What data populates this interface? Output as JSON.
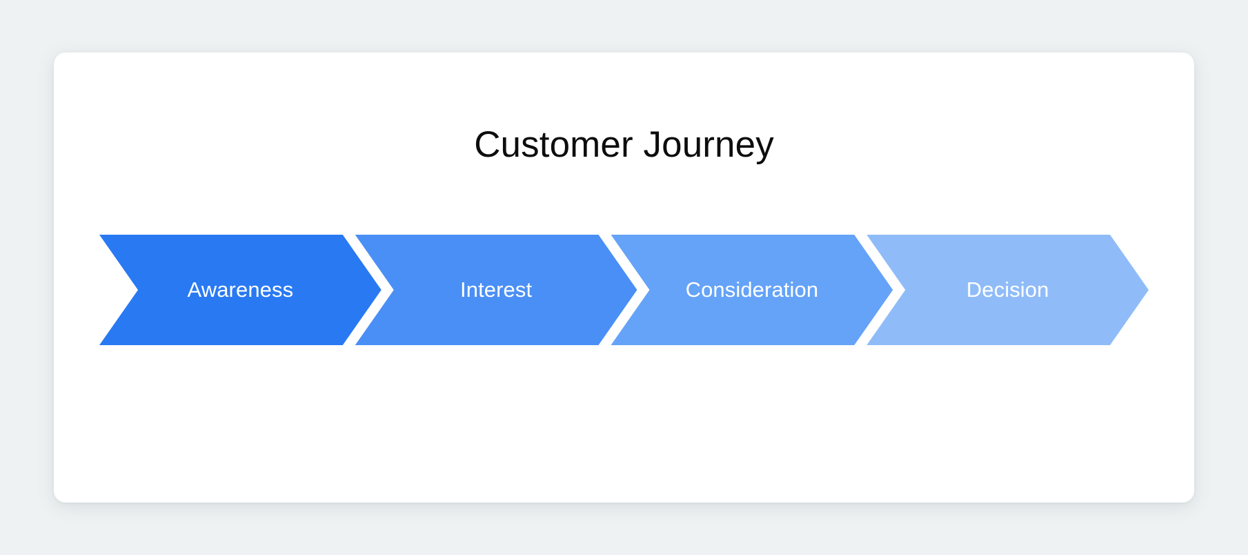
{
  "page": {
    "background_color": "#eef2f3"
  },
  "card": {
    "background_color": "#ffffff",
    "title": "Customer Journey"
  },
  "chart_data": {
    "type": "funnel",
    "title": "Customer Journey",
    "orientation": "horizontal",
    "shape": "chevron",
    "label_color": "#ffffff",
    "categories": [
      "Awareness",
      "Interest",
      "Consideration",
      "Decision"
    ],
    "stages": [
      {
        "label": "Awareness",
        "order": 1,
        "color": "#2979f2"
      },
      {
        "label": "Interest",
        "order": 2,
        "color": "#4a8ff5"
      },
      {
        "label": "Consideration",
        "order": 3,
        "color": "#64a3f7"
      },
      {
        "label": "Decision",
        "order": 4,
        "color": "#8fbcf9"
      }
    ]
  }
}
